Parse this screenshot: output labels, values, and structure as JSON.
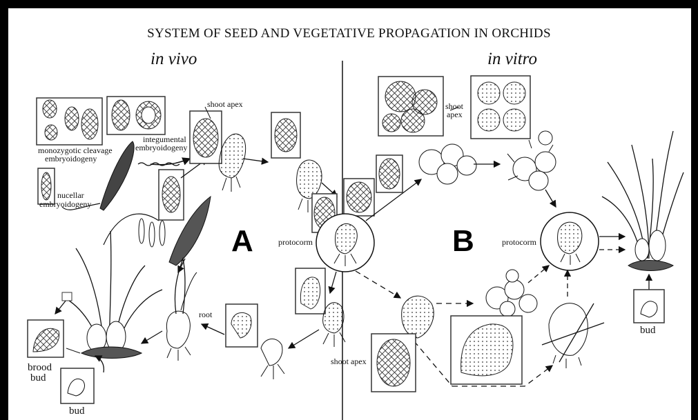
{
  "title": "SYSTEM OF SEED AND VEGETATIVE PROPAGATION IN ORCHIDS",
  "headers": {
    "left": "in vivo",
    "right": "in vitro"
  },
  "panels": {
    "a": "A",
    "b": "B"
  },
  "labels": {
    "shoot_apex_top": "shoot apex",
    "integumental_1": "integumental",
    "integumental_2": "embryoidogeny",
    "monozygotic_1": "monozygotic cleavage",
    "monozygotic_2": "embryoidogeny",
    "nucellar_1": "nucellar",
    "nucellar_2": "embryoidogeny",
    "protocorm_left": "protocorm",
    "protocorm_right": "protocorm",
    "root": "root",
    "brood_1": "brood",
    "brood_2": "bud",
    "bud_left": "bud",
    "bud_right": "bud",
    "shoot_apex_vitro_1": "shoot",
    "shoot_apex_vitro_2": "apex",
    "shoot_apex_bottom": "shoot apex"
  },
  "colors": {
    "ink": "#111111",
    "frame": "#000000",
    "background": "#ffffff"
  }
}
